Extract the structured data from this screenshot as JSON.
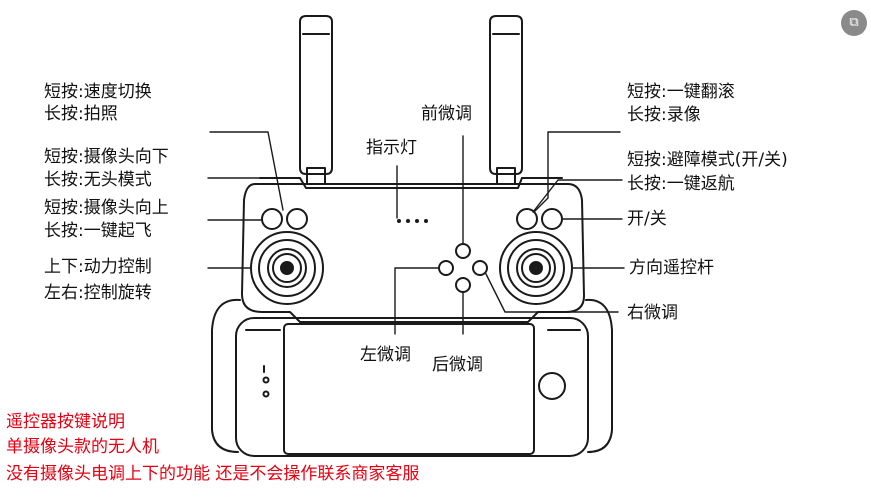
{
  "labels": {
    "left_top_short": "短按:速度切换",
    "left_top_long": "长按:拍照",
    "left_mid_short": "短按:摄像头向下",
    "left_mid_long": "长按:无头模式",
    "left_low_short": "短按:摄像头向上",
    "left_low_long": "长按:一键起飞",
    "left_stick_1": "上下:动力控制",
    "left_stick_2": "左右:控制旋转",
    "front_trim": "前微调",
    "indicator": "指示灯",
    "left_trim": "左微调",
    "back_trim": "后微调",
    "right_trim": "右微调",
    "right_top_short": "短按:一键翻滚",
    "right_top_long": "长按:录像",
    "right_mid_short": "短按:避障模式(开/关)",
    "right_mid_long": "长按:一键返航",
    "power": "开/关",
    "direction_stick": "方向遥控杆"
  },
  "notes": {
    "line1": "遥控器按键说明",
    "line2": "单摄像头款的无人机",
    "line3": "没有摄像头电调上下的功能  还是不会操作联系商家客服"
  },
  "colors": {
    "note_text": "#e60012",
    "line_art": "#1a1a1a"
  },
  "icons": {
    "corner": "screenshot-search-icon"
  }
}
